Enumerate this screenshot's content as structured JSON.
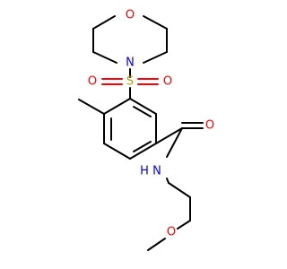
{
  "molecule": {
    "atoms": {
      "morpholine_o": "O",
      "morpholine_n": "N",
      "sulfur": "S",
      "sulfonyl_o_left": "O",
      "sulfonyl_o_right": "O",
      "carbonyl_o": "O",
      "amide_n": "N",
      "amide_h": "H",
      "ether_o": "O"
    },
    "colors": {
      "carbon_bond": "#000000",
      "oxygen": "#ff0000",
      "nitrogen": "#0000ff",
      "sulfur": "#b8a000"
    }
  }
}
